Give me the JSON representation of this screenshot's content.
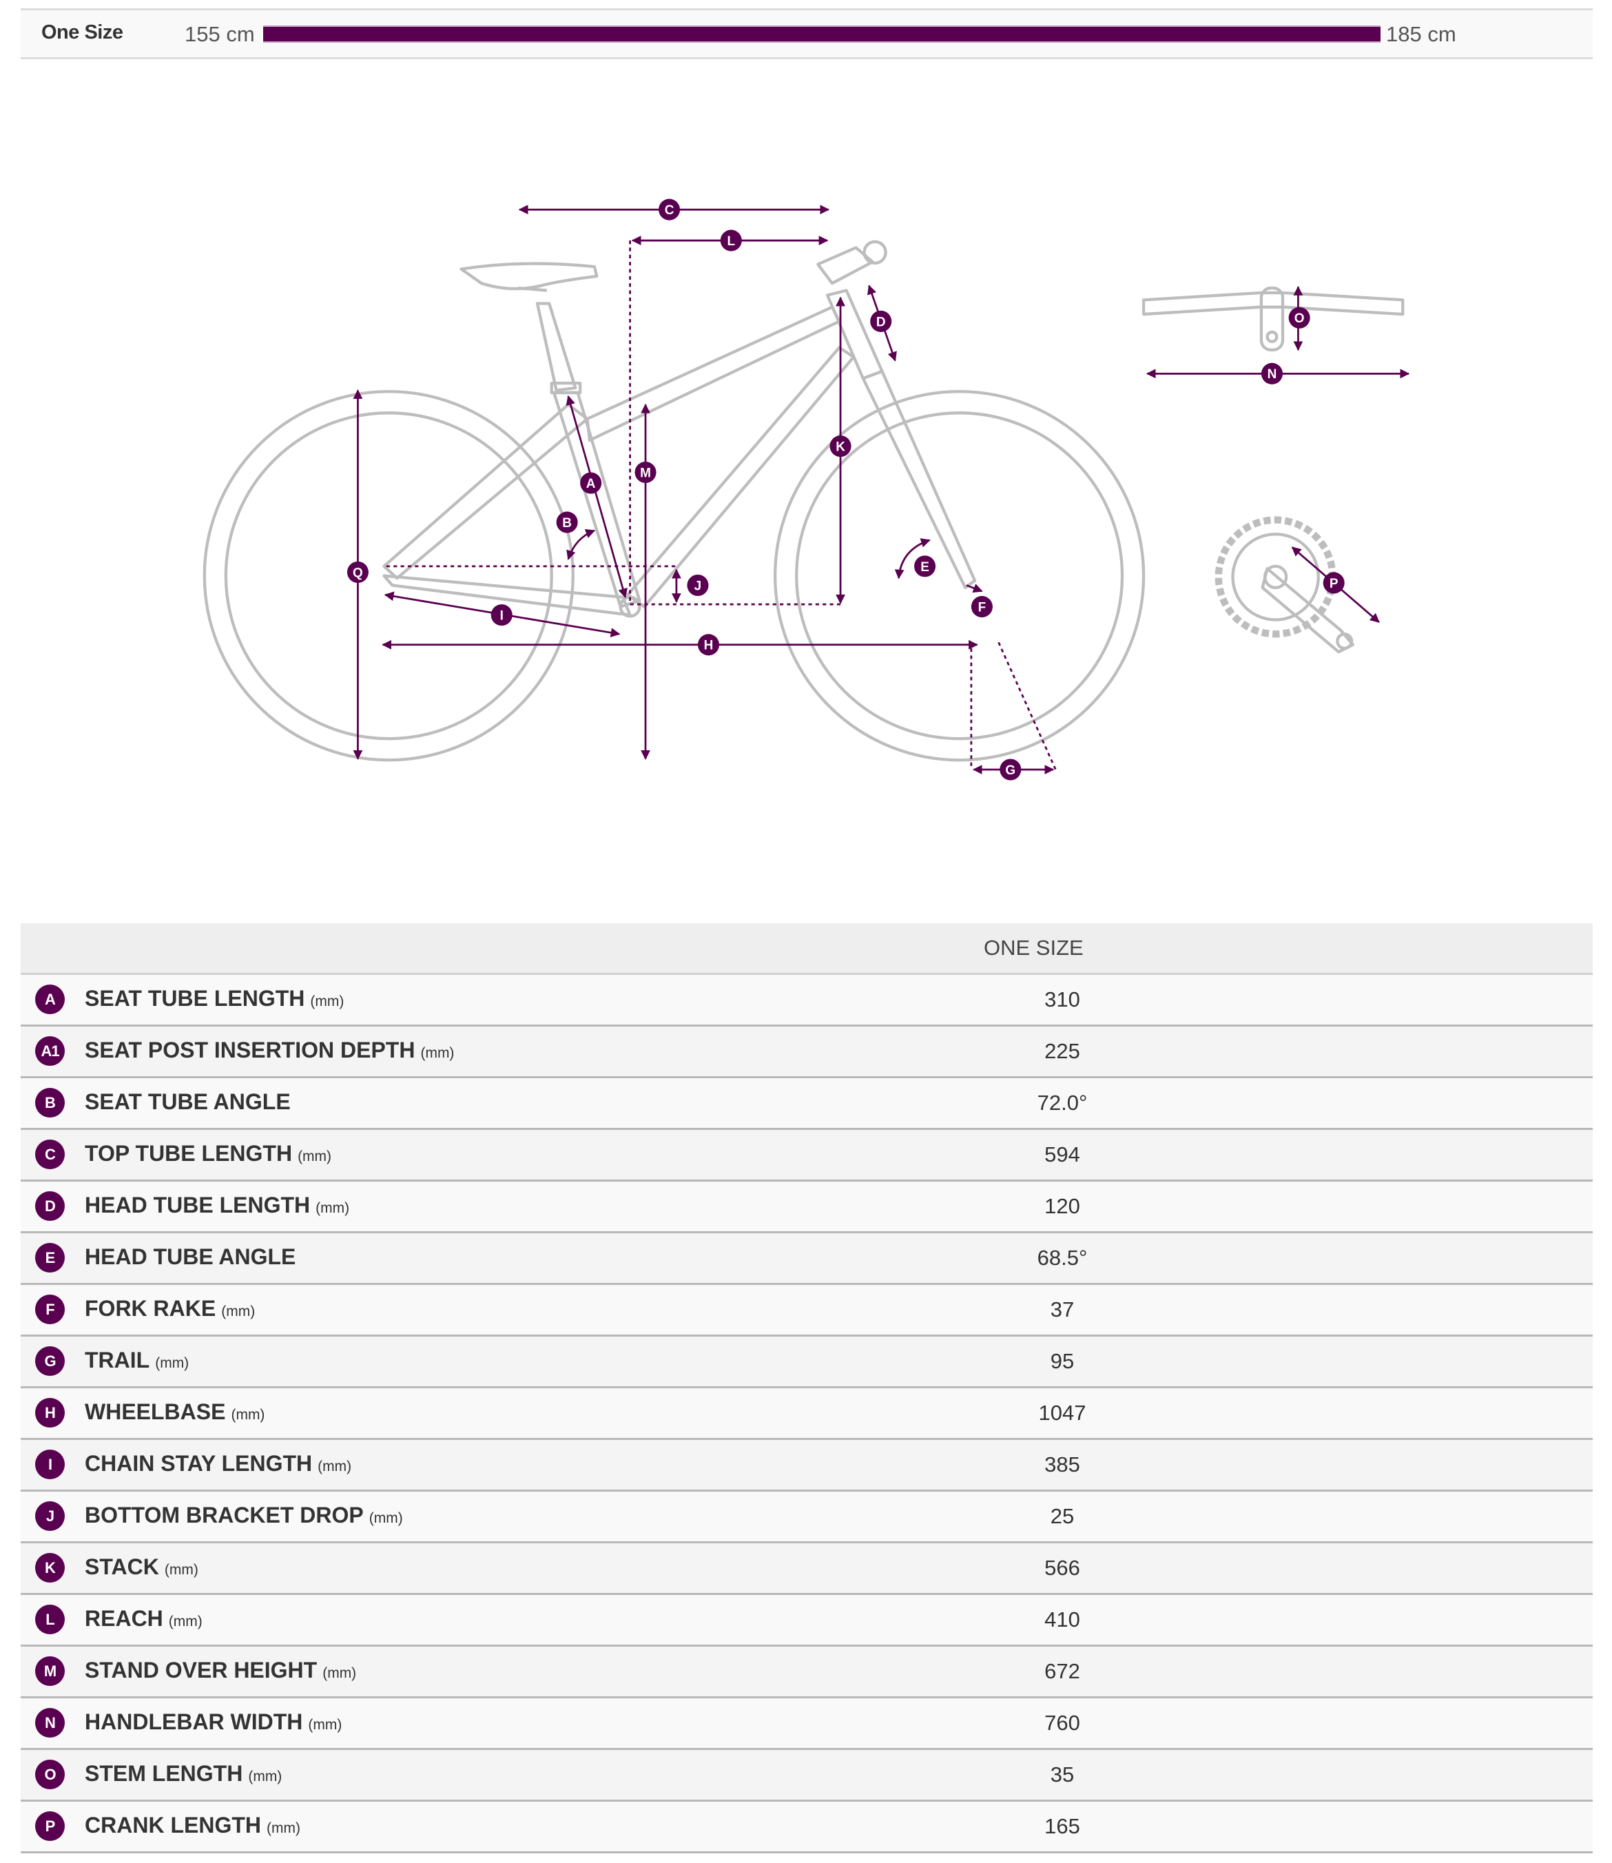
{
  "size_range": {
    "size_name": "One Size",
    "min": "155 cm",
    "max": "185 cm"
  },
  "colors": {
    "accent": "#5a0050",
    "frame": "#bdbdbd"
  },
  "diagram_labels": [
    "A",
    "B",
    "C",
    "D",
    "E",
    "F",
    "G",
    "H",
    "I",
    "J",
    "K",
    "L",
    "M",
    "N",
    "O",
    "P",
    "Q"
  ],
  "table": {
    "column_header": "ONE SIZE",
    "rows": [
      {
        "badge": "A",
        "label": "SEAT TUBE LENGTH",
        "unit": "(mm)",
        "value": "310"
      },
      {
        "badge": "A1",
        "label": "SEAT POST INSERTION DEPTH",
        "unit": "(mm)",
        "value": "225"
      },
      {
        "badge": "B",
        "label": "SEAT TUBE ANGLE",
        "unit": "",
        "value": "72.0°"
      },
      {
        "badge": "C",
        "label": "TOP TUBE LENGTH",
        "unit": "(mm)",
        "value": "594"
      },
      {
        "badge": "D",
        "label": "HEAD TUBE LENGTH",
        "unit": "(mm)",
        "value": "120"
      },
      {
        "badge": "E",
        "label": "HEAD TUBE ANGLE",
        "unit": "",
        "value": "68.5°"
      },
      {
        "badge": "F",
        "label": "FORK RAKE",
        "unit": "(mm)",
        "value": "37"
      },
      {
        "badge": "G",
        "label": "TRAIL",
        "unit": "(mm)",
        "value": "95"
      },
      {
        "badge": "H",
        "label": "WHEELBASE",
        "unit": "(mm)",
        "value": "1047"
      },
      {
        "badge": "I",
        "label": "CHAIN STAY LENGTH",
        "unit": "(mm)",
        "value": "385"
      },
      {
        "badge": "J",
        "label": "BOTTOM BRACKET DROP",
        "unit": "(mm)",
        "value": "25"
      },
      {
        "badge": "K",
        "label": "STACK",
        "unit": "(mm)",
        "value": "566"
      },
      {
        "badge": "L",
        "label": "REACH",
        "unit": "(mm)",
        "value": "410"
      },
      {
        "badge": "M",
        "label": "STAND OVER HEIGHT",
        "unit": "(mm)",
        "value": "672"
      },
      {
        "badge": "N",
        "label": "HANDLEBAR WIDTH",
        "unit": "(mm)",
        "value": "760"
      },
      {
        "badge": "O",
        "label": "STEM LENGTH",
        "unit": "(mm)",
        "value": "35"
      },
      {
        "badge": "P",
        "label": "CRANK LENGTH",
        "unit": "(mm)",
        "value": "165"
      }
    ]
  }
}
